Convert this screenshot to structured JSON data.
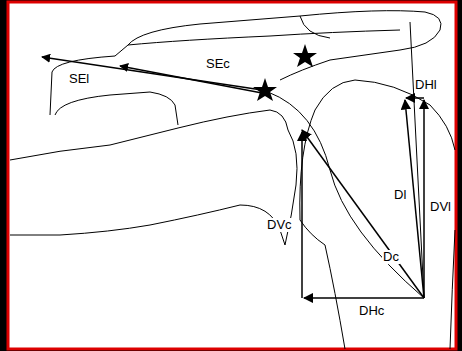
{
  "diagram": {
    "labels": [
      "SEc",
      "SEl",
      "DHl",
      "Dl",
      "DVl",
      "DVc",
      "Dc",
      "DHc"
    ]
  }
}
